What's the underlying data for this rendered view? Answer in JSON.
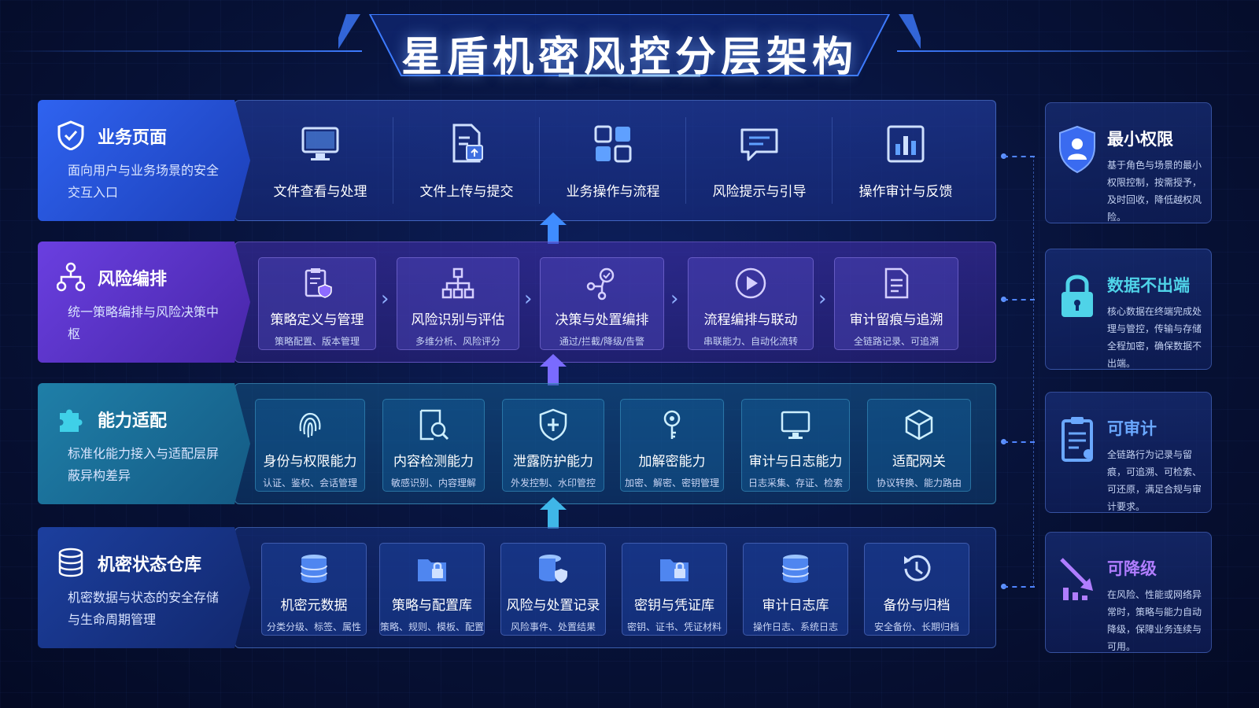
{
  "title": "星盾机密风控分层架构",
  "layers": [
    {
      "name": "业务页面",
      "desc": "面向用户与业务场景的安全交互入口",
      "items": [
        {
          "label": "文件查看与处理",
          "icon": "monitor-icon"
        },
        {
          "label": "文件上传与提交",
          "icon": "file-upload-icon"
        },
        {
          "label": "业务操作与流程",
          "icon": "apps-grid-icon"
        },
        {
          "label": "风险提示与引导",
          "icon": "chat-bubble-icon"
        },
        {
          "label": "操作审计与反馈",
          "icon": "bar-chart-icon"
        }
      ]
    },
    {
      "name": "风险编排",
      "desc": "统一策略编排与风险决策中枢",
      "items": [
        {
          "label": "策略定义与管理",
          "sub": "策略配置、版本管理",
          "icon": "clipboard-shield-icon"
        },
        {
          "label": "风险识别与评估",
          "sub": "多维分析、风险评分",
          "icon": "hierarchy-icon"
        },
        {
          "label": "决策与处置编排",
          "sub": "通过/拦截/降级/告警",
          "icon": "decision-flow-icon"
        },
        {
          "label": "流程编排与联动",
          "sub": "串联能力、自动化流转",
          "icon": "play-circle-icon"
        },
        {
          "label": "审计留痕与追溯",
          "sub": "全链路记录、可追溯",
          "icon": "document-icon"
        }
      ]
    },
    {
      "name": "能力适配",
      "desc": "标准化能力接入与适配层屏蔽异构差异",
      "items": [
        {
          "label": "身份与权限能力",
          "sub": "认证、鉴权、会话管理",
          "icon": "fingerprint-icon"
        },
        {
          "label": "内容检测能力",
          "sub": "敏感识别、内容理解",
          "icon": "search-doc-icon"
        },
        {
          "label": "泄露防护能力",
          "sub": "外发控制、水印管控",
          "icon": "shield-icon"
        },
        {
          "label": "加解密能力",
          "sub": "加密、解密、密钥管理",
          "icon": "key-icon"
        },
        {
          "label": "审计与日志能力",
          "sub": "日志采集、存证、检索",
          "icon": "monitor-icon"
        },
        {
          "label": "适配网关",
          "sub": "协议转换、能力路由",
          "icon": "cube-icon"
        }
      ]
    },
    {
      "name": "机密状态仓库",
      "desc": "机密数据与状态的安全存储与生命周期管理",
      "items": [
        {
          "label": "机密元数据",
          "sub": "分类分级、标签、属性",
          "icon": "database-icon"
        },
        {
          "label": "策略与配置库",
          "sub": "策略、规则、模板、配置",
          "icon": "folder-lock-icon"
        },
        {
          "label": "风险与处置记录",
          "sub": "风险事件、处置结果",
          "icon": "database-shield-icon"
        },
        {
          "label": "密钥与凭证库",
          "sub": "密钥、证书、凭证材料",
          "icon": "folder-lock-icon"
        },
        {
          "label": "审计日志库",
          "sub": "操作日志、系统日志",
          "icon": "database-icon"
        },
        {
          "label": "备份与归档",
          "sub": "安全备份、长期归档",
          "icon": "history-icon"
        }
      ]
    }
  ],
  "principles": [
    {
      "title": "最小权限",
      "desc": "基于角色与场景的最小权限控制，按需授予，及时回收，降低越权风险。",
      "icon": "user-shield-icon",
      "color": "#ffffff"
    },
    {
      "title": "数据不出端",
      "desc": "核心数据在终端完成处理与管控，传输与存储全程加密，确保数据不出端。",
      "icon": "lock-icon",
      "color": "#4fd3e8"
    },
    {
      "title": "可审计",
      "desc": "全链路行为记录与留痕，可追溯、可检索、可还原，满足合规与审计要求。",
      "icon": "clipboard-audit-icon",
      "color": "#6aa8ff"
    },
    {
      "title": "可降级",
      "desc": "在风险、性能或网络异常时，策略与能力自动降级，保障业务连续与可用。",
      "icon": "trend-down-icon",
      "color": "#b07dff"
    }
  ]
}
